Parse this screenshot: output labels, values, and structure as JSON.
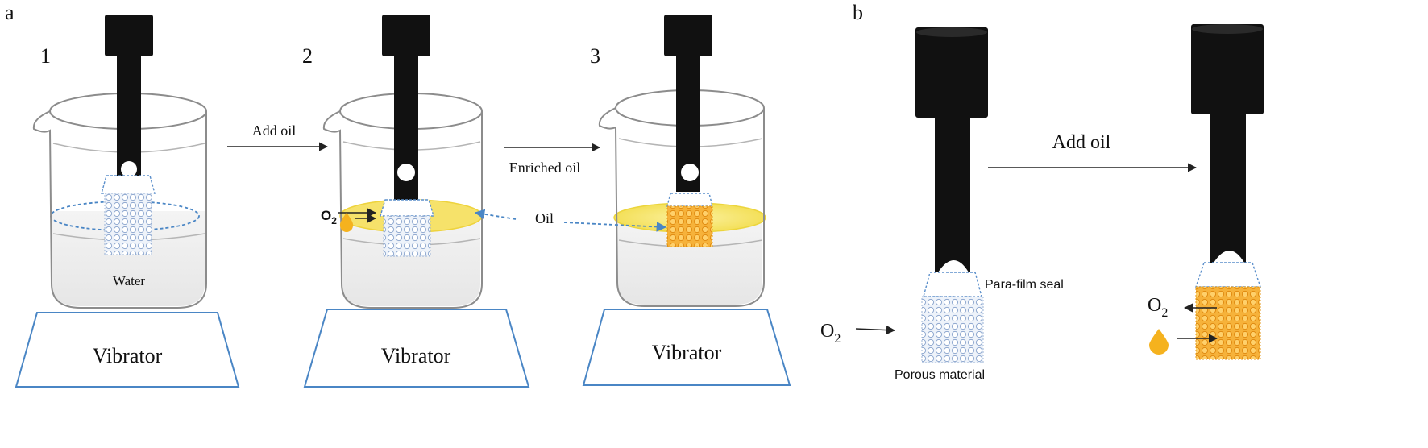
{
  "panel_labels": {
    "a": "a",
    "b": "b"
  },
  "steps": [
    "1",
    "2",
    "3"
  ],
  "arrows": {
    "add_oil_a": "Add oil",
    "enriched_oil": "Enriched oil",
    "add_oil_b": "Add oil"
  },
  "labels": {
    "water": "Water",
    "oil": "Oil",
    "o2": "O",
    "o2_sub": "2",
    "para_film_seal": "Para-film seal",
    "porous_material": "Porous material"
  },
  "vibrator_label": "Vibrator",
  "colors": {
    "probe": "#111111",
    "oil": "#f7e66a",
    "oil_droplet": "#f5b21e",
    "glass": "#8c8c8c",
    "plate": "#4a86c5",
    "porous_saturated": "#f5a623"
  }
}
